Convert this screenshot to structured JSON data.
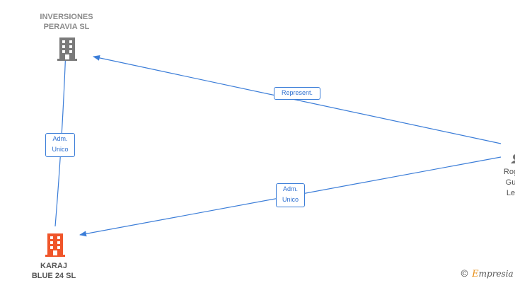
{
  "nodes": {
    "inversiones": {
      "label": "INVERSIONES\nPERAVIA  SL",
      "color": "#7a7a7a"
    },
    "karaj": {
      "label": "KARAJ\nBLUE 24  SL",
      "color": "#f0552a"
    },
    "person": {
      "label": "Rog\nGu\nLe"
    }
  },
  "edges": {
    "represent": {
      "label": "Represent."
    },
    "adm_left": {
      "label": "Adm.\nUnico"
    },
    "adm_bottom": {
      "label": "Adm.\nUnico"
    }
  },
  "colors": {
    "edge": "#3b7dd8",
    "person_icon": "#6f6f6f"
  },
  "watermark": {
    "symbol": "©",
    "brand_initial": "E",
    "brand_rest": "mpresia"
  }
}
